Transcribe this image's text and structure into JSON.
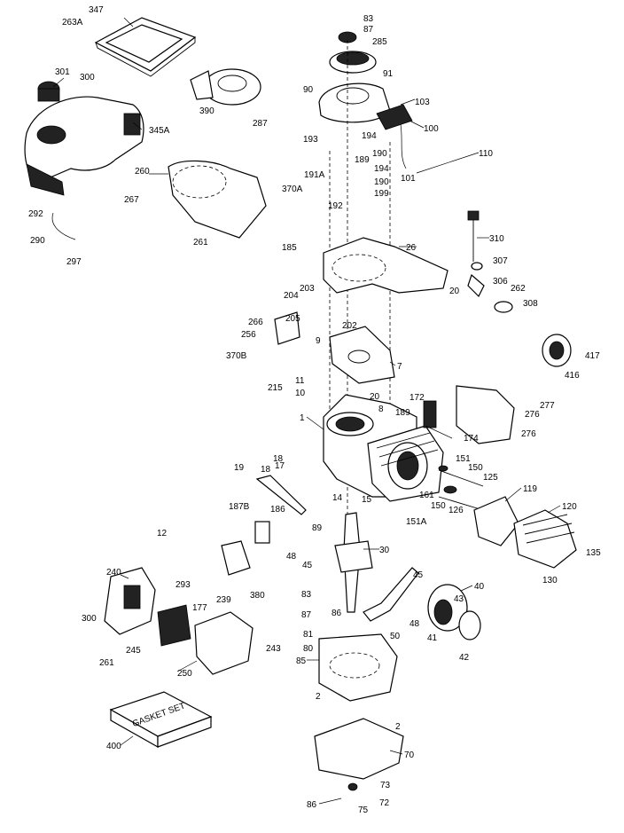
{
  "labels": {
    "l347": "347",
    "l263A": "263A",
    "l301": "301",
    "l300": "300",
    "l390": "390",
    "l287": "287",
    "l345A": "345A",
    "l260": "260",
    "l370A": "370A",
    "l267": "267",
    "l261": "261",
    "l292": "292",
    "l290": "290",
    "l297": "297",
    "l83top": "83",
    "l87top": "87",
    "l285": "285",
    "l91": "91",
    "l90": "90",
    "l103": "103",
    "l100": "100",
    "l110": "110",
    "l101": "101",
    "l193": "193",
    "l194a": "194",
    "l190a": "190",
    "l189": "189",
    "l194b": "194",
    "l191A": "191A",
    "l190b": "190",
    "l199": "199",
    "l192": "192",
    "l185": "185",
    "l26": "26",
    "l20": "20",
    "l310": "310",
    "l307": "307",
    "l306": "306",
    "l262": "262",
    "l308": "308",
    "l204": "204",
    "l203": "203",
    "l205": "205",
    "l202": "202",
    "l266": "266",
    "l256": "256",
    "l9": "9",
    "l417": "417",
    "l416": "416",
    "l370B": "370B",
    "l7": "7",
    "l215": "215",
    "l11": "11",
    "l10": "10",
    "l20b": "20",
    "l8": "8",
    "l172": "172",
    "l277": "277",
    "l276a": "276",
    "l189b": "189",
    "l276b": "276",
    "l1": "1",
    "l174": "174",
    "l18a": "18",
    "l19": "19",
    "l18b": "18",
    "l17": "17",
    "l151": "151",
    "l150a": "150",
    "l125": "125",
    "l161": "161",
    "l119": "119",
    "l150b": "150",
    "l126": "126",
    "l151A": "151A",
    "l120": "120",
    "l14": "14",
    "l15": "15",
    "l187B": "187B",
    "l186": "186",
    "l89": "89",
    "l30": "30",
    "l12": "12",
    "l48": "48",
    "l45a": "45",
    "l135": "135",
    "l130": "130",
    "l240": "240",
    "l45b": "45",
    "l40": "40",
    "l293": "293",
    "l177": "177",
    "l239": "239",
    "l380": "380",
    "l83": "83",
    "l43": "43",
    "l48b": "48",
    "l300b": "300",
    "l87": "87",
    "l86": "86",
    "l81": "81",
    "l50": "50",
    "l41": "41",
    "l245": "245",
    "l261b": "261",
    "l80": "80",
    "l42": "42",
    "l243": "243",
    "l85": "85",
    "l250": "250",
    "l2a": "2",
    "l2b": "2",
    "l70": "70",
    "l73": "73",
    "l86b": "86",
    "l72": "72",
    "l75": "75",
    "l400": "400"
  },
  "gasket_box_text": "GASKET SET"
}
